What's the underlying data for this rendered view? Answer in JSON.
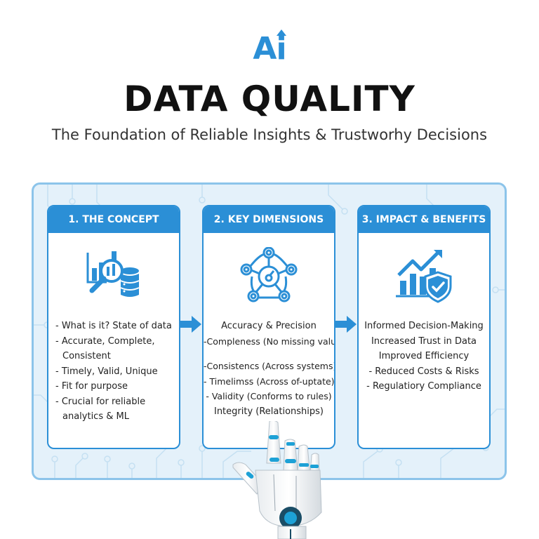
{
  "logo": {
    "text_a": "A",
    "text_i": "i"
  },
  "header": {
    "title": "DATA QUALITY",
    "subtitle": "The Foundation of Reliable Insights & Trustworhy Decisions"
  },
  "colors": {
    "accent": "#2b8fd6",
    "panel_bg": "#e4f1fa",
    "panel_border": "#8cc4ea",
    "title": "#111111"
  },
  "cards": [
    {
      "header": "1. THE CONCEPT",
      "icon": "data-analysis-icon",
      "lines": [
        {
          "text": "- What is it? State of data",
          "cont": false
        },
        {
          "text": "- Accurate, Complete,",
          "cont": false
        },
        {
          "text": "Consistent",
          "cont": true
        },
        {
          "text": "- Timely, Valid, Unique",
          "cont": false
        },
        {
          "text": "- Fit for purpose",
          "cont": false
        },
        {
          "text": "- Crucial for reliable",
          "cont": false
        },
        {
          "text": "analytics & ML",
          "cont": true
        }
      ]
    },
    {
      "header": "2. KEY DIMENSIONS",
      "icon": "network-nodes-icon",
      "lines": [
        {
          "text": "Accuracy & Precision"
        },
        {
          "text": "-Compleness (No missing values)"
        },
        {
          "text": "-Consistencs (Across systems)"
        },
        {
          "text": "- Timelimss (Across of-uptate)"
        },
        {
          "text": "- Validity (Conforms to rules)"
        },
        {
          "text": "Integrity (Relationships)"
        }
      ]
    },
    {
      "header": "3. IMPACT & BENEFITS",
      "icon": "growth-shield-icon",
      "lines": [
        {
          "text": "Informed Decision-Making"
        },
        {
          "text": "Increased Trust in Data"
        },
        {
          "text": "Improved Efficiency"
        },
        {
          "text": "- Reduced Costs & Risks"
        },
        {
          "text": "- Regulatiory Compliance"
        }
      ]
    }
  ]
}
